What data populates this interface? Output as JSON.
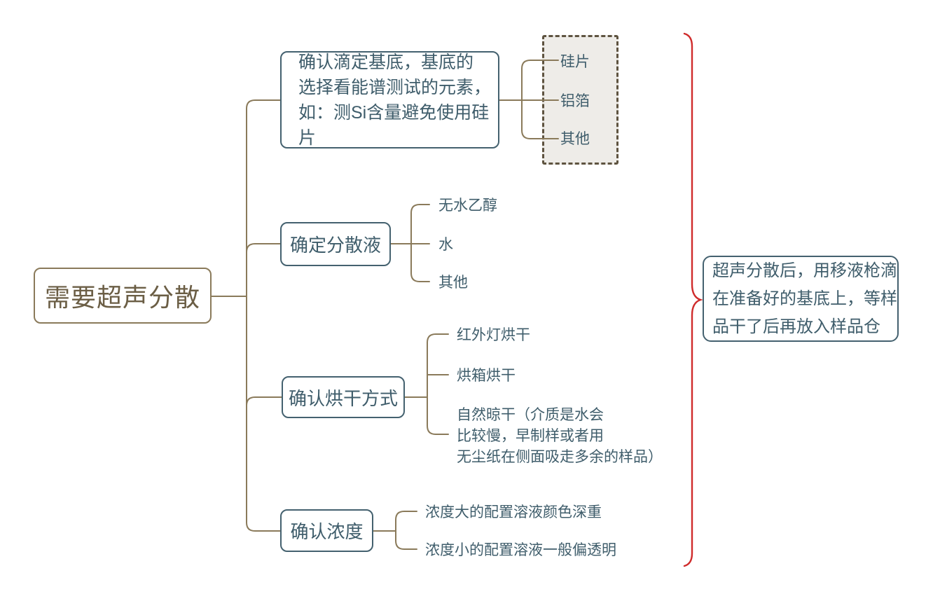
{
  "diagram_title": "需要超声分散 思维导图",
  "colors": {
    "connector_olive": "#8a7a5a",
    "root_text": "#6b5e45",
    "node_border_teal": "#44616f",
    "node_text_teal": "#3f5d6b",
    "dashed_border": "#5e5340",
    "dashed_fill": "#eeece8",
    "brace_red": "#cf2b2b",
    "background": "#ffffff"
  },
  "root": {
    "label": "需要超声分散"
  },
  "branches": [
    {
      "id": "substrate",
      "lines": [
        "确认滴定基底，基底的",
        "选择看能谱测试的元素，",
        "如：测Si含量避免使用硅片"
      ],
      "children": [
        "硅片",
        "铝箔",
        "其他"
      ],
      "children_container": "dashed-box"
    },
    {
      "id": "dispersant",
      "label": "确定分散液",
      "children": [
        "无水乙醇",
        "水",
        "其他"
      ]
    },
    {
      "id": "drying",
      "label": "确认烘干方式",
      "children": [
        "红外灯烘干",
        "烘箱烘干"
      ],
      "child_note_lines": [
        "自然晾干（介质是水会",
        "比较慢，早制样或者用",
        "无尘纸在侧面吸走多余的样品）"
      ]
    },
    {
      "id": "concentration",
      "label": "确认浓度",
      "children": [
        "浓度大的配置溶液颜色深重",
        "浓度小的配置溶液一般偏透明"
      ]
    }
  ],
  "annotation": {
    "lines": [
      "超声分散后，用移液枪滴",
      "在准备好的基底上，等样",
      "品干了后再放入样品仓"
    ]
  }
}
